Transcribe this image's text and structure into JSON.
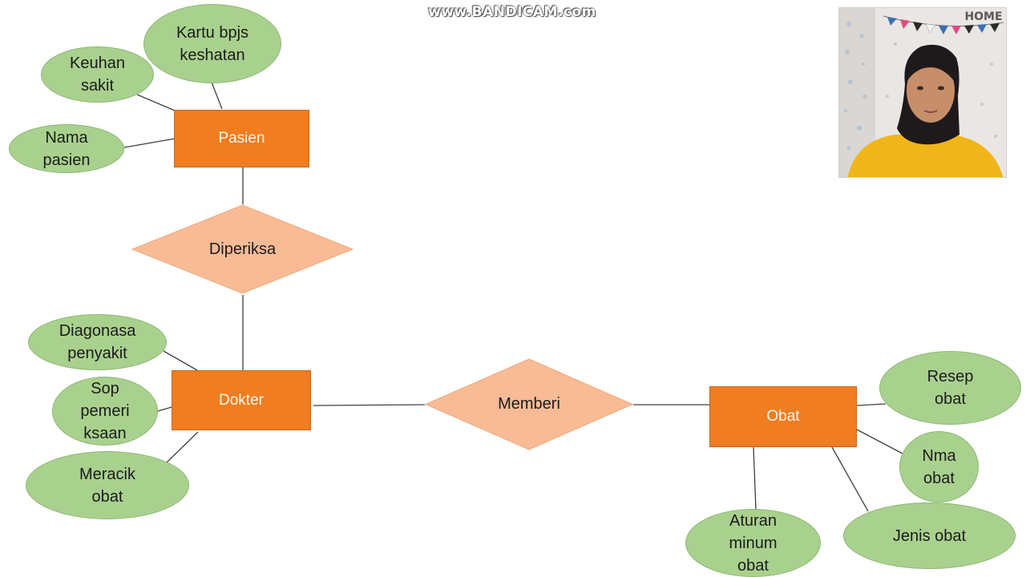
{
  "watermark": "www.BANDICAM.com",
  "webcam": {
    "banner_text": "HOME"
  },
  "colors": {
    "entity_fill": "#F07D1F",
    "attribute_fill": "#A9D18E",
    "relationship_fill": "#F8BB95",
    "connector": "#404040"
  },
  "entities": {
    "pasien": "Pasien",
    "dokter": "Dokter",
    "obat": "Obat"
  },
  "relationships": {
    "diperiksa": "Diperiksa",
    "memberi": "Memberi"
  },
  "attributes": {
    "kartu_bpjs": "Kartu bpjs\nkeshatan",
    "keuhan_sakit": "Keuhan\nsakit",
    "nama_pasien": "Nama\npasien",
    "diagonasa_penyakit": "Diagonasa\npenyakit",
    "sop_pemeriksaan": "Sop\npemeri\nksaan",
    "meracik_obat": "Meracik\nobat",
    "resep_obat": "Resep\nobat",
    "nma_obat": "Nma\nobat",
    "jenis_obat": "Jenis obat",
    "aturan_minum_obat": "Aturan\nminum\nobat"
  }
}
